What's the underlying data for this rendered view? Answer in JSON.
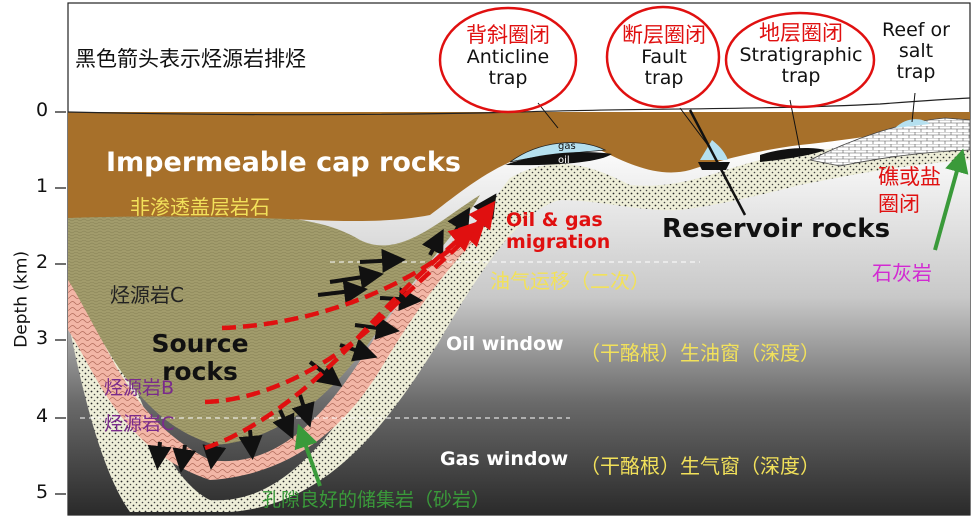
{
  "caption": "黑色箭头表示烃源岩排烃",
  "axis": {
    "title": "Depth (km)",
    "ticks": [
      "0",
      "1",
      "2",
      "3",
      "4",
      "5"
    ]
  },
  "cap_rocks": {
    "en": "Impermeable cap rocks",
    "cn": "非渗透盖层岩石"
  },
  "source_c_upper": "烃源岩C",
  "source_rocks": {
    "line1": "Source",
    "line2": "rocks"
  },
  "source_b": "烃源岩B",
  "source_c_lower": "烃源岩C",
  "migration": {
    "line1": "Oil & gas",
    "line2": "migration",
    "cn": "油气运移（二次）"
  },
  "reservoir_rocks": "Reservoir rocks",
  "reservoir_cn": "孔隙良好的储集岩（砂岩）",
  "oil_window": {
    "en": "Oil window",
    "cn": "（干酪根）生油窗（深度）"
  },
  "gas_window": {
    "en": "Gas window",
    "cn": "（干酪根）生气窗（深度）"
  },
  "traps": {
    "anticline": {
      "cn": "背斜圈闭",
      "line1": "Anticline",
      "line2": "trap",
      "gas": "gas",
      "oil": "oil"
    },
    "fault": {
      "cn": "断层圈闭",
      "line1": "Fault",
      "line2": "trap"
    },
    "stratigraphic": {
      "cn": "地层圈闭",
      "line1": "Stratigraphic",
      "line2": "trap"
    },
    "reef": {
      "line1": "Reef or",
      "line2": "salt",
      "line3": "trap",
      "cn_line1": "礁或盐",
      "cn_line2": "圈闭"
    }
  },
  "limestone": "石灰岩",
  "colors": {
    "cap": "#a7702a",
    "source": "#a29c6c",
    "source_pink": "#f2b6a6",
    "reservoir": "#eeeed8",
    "red_text": "#e01010",
    "yellow_text": "#f2e15a",
    "purple_text": "#7a2a8c",
    "magenta_text": "#d22ad2",
    "green_arrow": "#3a9a3a"
  }
}
